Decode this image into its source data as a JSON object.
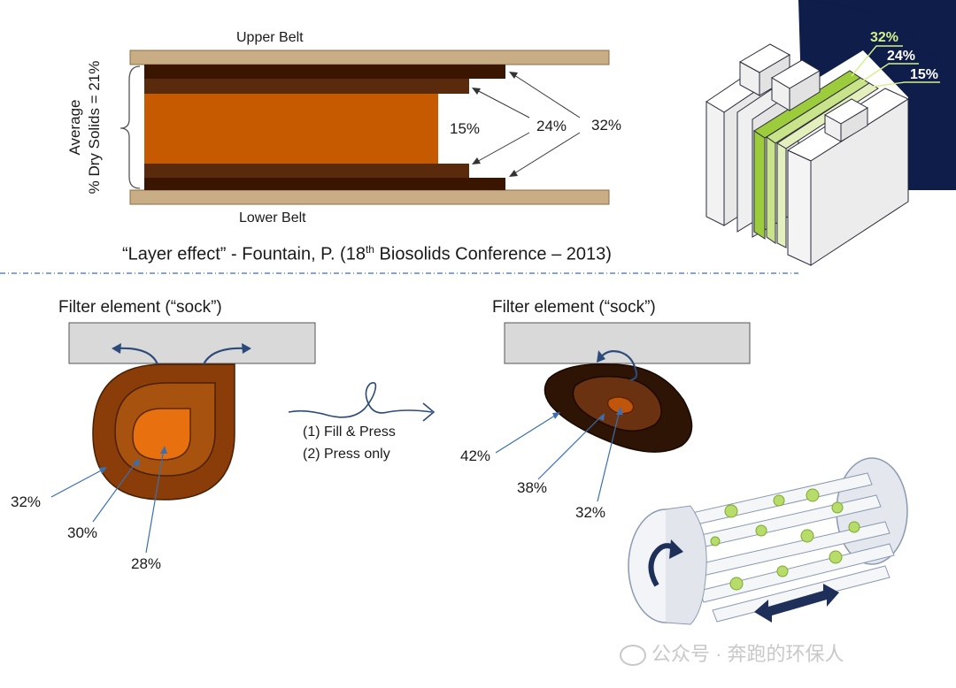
{
  "layer_diagram": {
    "upper_belt": "Upper Belt",
    "lower_belt": "Lower Belt",
    "axis_label_line1": "Average",
    "axis_label_line2": "% Dry Solids = 21%",
    "labels": [
      "15%",
      "24%",
      "32%"
    ],
    "caption_prefix": "“Layer effect” - Fountain, P. (18",
    "caption_sup": "th",
    "caption_suffix": " Biosolids Conference – 2013)",
    "colors": {
      "core": "#c55a00",
      "mid": "#5a2a0c",
      "outer": "#3a1500",
      "belt": "#c8ad85"
    }
  },
  "cube_panel": {
    "labels": [
      "32%",
      "24%",
      "15%"
    ],
    "colors": {
      "background": "#0f1d4a",
      "green": "#9ccc3c",
      "label": "#d6f08a"
    }
  },
  "sock_before": {
    "title": "Filter element (“sock”)",
    "labels": [
      "32%",
      "30%",
      "28%"
    ],
    "colors": {
      "outer": "#8a3d08",
      "mid": "#a85210",
      "core": "#e8700e"
    }
  },
  "process": {
    "steps": [
      "(1)  Fill & Press",
      "(2)  Press only"
    ],
    "arrow_color": "#2c4a7a"
  },
  "sock_after": {
    "title": "Filter element (“sock”)",
    "labels": [
      "42%",
      "38%",
      "32%"
    ],
    "colors": {
      "outer": "#2e1405",
      "mid": "#6a3210",
      "core": "#c0550c"
    }
  },
  "watermark": {
    "text": "公众号 · 奔跑的环保人",
    "icon": "wechat-icon"
  }
}
